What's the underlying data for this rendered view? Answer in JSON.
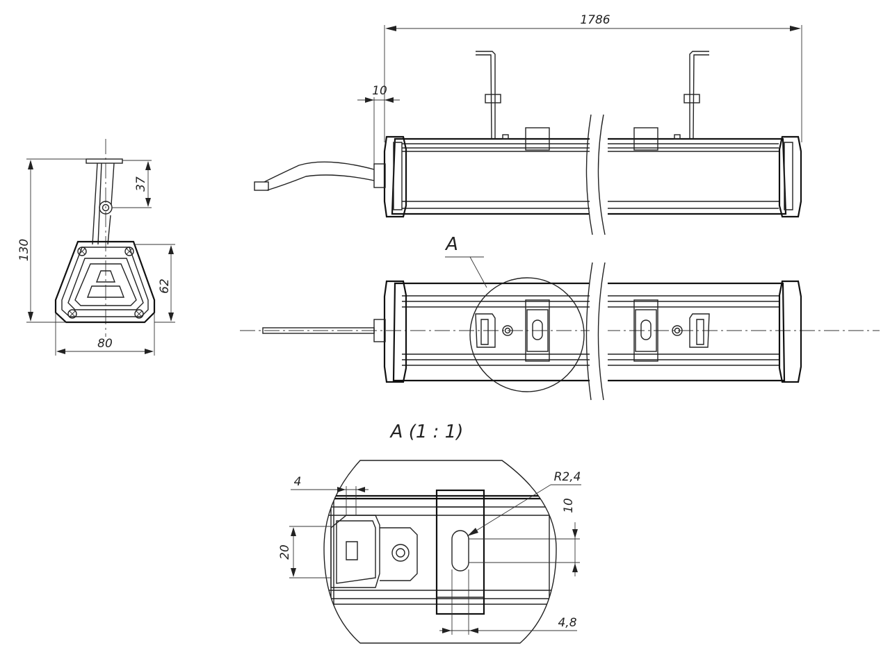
{
  "end_view": {
    "dim_height": "130",
    "dim_bracket": "37",
    "dim_body_height": "62",
    "dim_width": "80"
  },
  "side_view": {
    "dim_length": "1786",
    "dim_offset": "10"
  },
  "top_view": {
    "callout_label": "A"
  },
  "detail_view": {
    "title": "A (1 : 1)",
    "dim_clip_width": "4",
    "dim_clip_height": "20",
    "dim_radius": "R2,4",
    "dim_slot_offset": "10",
    "dim_slot_width": "4,8"
  }
}
